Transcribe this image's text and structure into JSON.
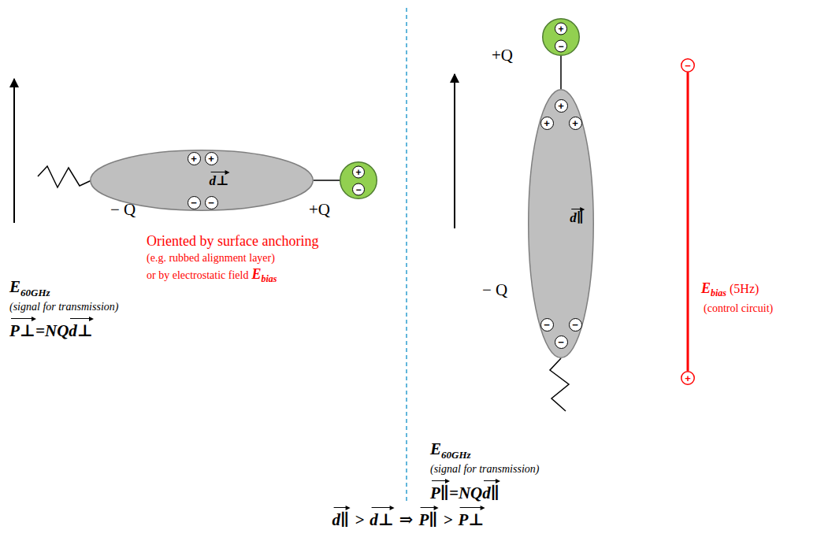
{
  "diagram": {
    "nodes": [
      {
        "text": [
          "d⊥"
        ]
      },
      {
        "text": [
          "+"
        ],
        "in": 0
      },
      {
        "text": [
          "+"
        ],
        "in": 0
      },
      {
        "text": [
          "−"
        ],
        "in": 0
      },
      {
        "text": [
          "−"
        ],
        "in": 0
      },
      {
        "text": [
          "+",
          "−"
        ]
      },
      {
        "text": [
          "+",
          "−"
        ]
      },
      {
        "text": [
          "d∥"
        ]
      },
      {
        "text": [
          "+"
        ],
        "in": 7
      },
      {
        "text": [
          "+"
        ],
        "in": 7
      },
      {
        "text": [
          "+"
        ],
        "in": 7
      },
      {
        "text": [
          "−"
        ],
        "in": 7
      },
      {
        "text": [
          "−"
        ],
        "in": 7
      },
      {
        "text": [
          "−"
        ],
        "in": 7
      },
      {
        "text": [
          "−"
        ]
      },
      {
        "text": [
          "+"
        ]
      }
    ],
    "edges": [
      {
        "from": 0,
        "to": 5,
        "arrow": "none"
      },
      {
        "from": 6,
        "to": 7,
        "arrow": "none"
      },
      {
        "from": 14,
        "to": 15,
        "arrow": "none"
      }
    ],
    "labels": [
      "− Q",
      "+Q",
      "Oriented by surface anchoring",
      "(e.g. rubbed alignment layer)",
      "or by electrostatic field",
      "E",
      "bias",
      "E",
      "60GHz",
      "(signal for transmission)",
      "P⊥",
      "=NQ",
      "d⊥",
      "+Q",
      "− Q",
      "E",
      "bias",
      "(5Hz)",
      "(control circuit)",
      "E",
      "60GHz",
      "(signal for transmission)",
      "P∥",
      "=NQ",
      "d∥",
      "d∥",
      ">",
      "d⊥",
      "⇒",
      "P∥",
      ">",
      "P⊥"
    ]
  }
}
